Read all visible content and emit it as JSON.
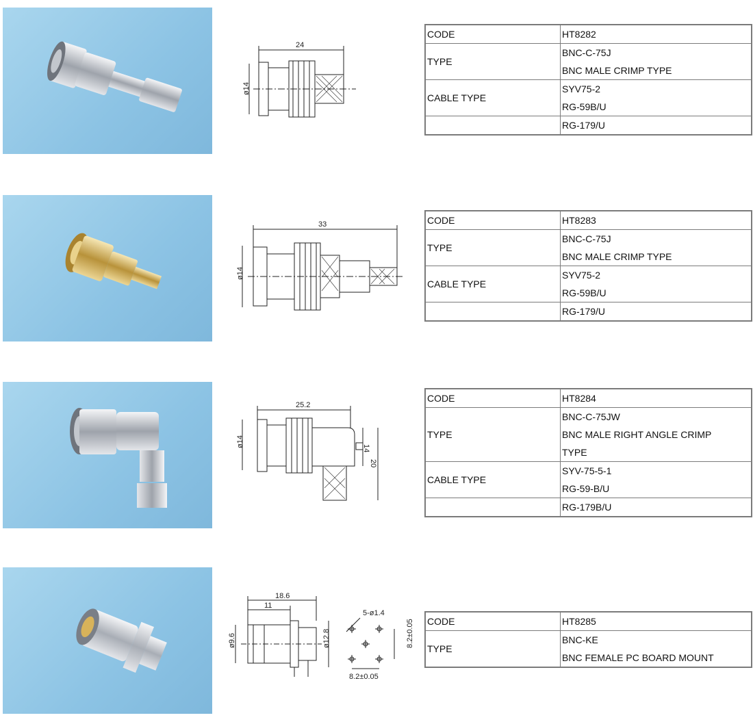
{
  "products": [
    {
      "photo_icon": "bnc-male-crimp-photo",
      "drawing_dims": [
        "24",
        "ø14"
      ],
      "rows": [
        {
          "key": "CODE",
          "values": [
            "HT8282"
          ]
        },
        {
          "key": "TYPE",
          "values": [
            "BNC-C-75J",
            "BNC MALE CRIMP TYPE"
          ]
        },
        {
          "key": "CABLE TYPE",
          "values": [
            "SYV75-2",
            "RG-59B/U"
          ]
        },
        {
          "key": "",
          "values": [
            "RG-179/U"
          ]
        }
      ]
    },
    {
      "photo_icon": "bnc-male-crimp-gold-photo",
      "drawing_dims": [
        "33",
        "ø14"
      ],
      "rows": [
        {
          "key": "CODE",
          "values": [
            "HT8283"
          ]
        },
        {
          "key": "TYPE",
          "values": [
            "BNC-C-75J",
            "BNC MALE CRIMP TYPE"
          ]
        },
        {
          "key": "CABLE TYPE",
          "values": [
            "SYV75-2",
            "RG-59B/U"
          ]
        },
        {
          "key": "",
          "values": [
            "RG-179/U"
          ]
        }
      ]
    },
    {
      "photo_icon": "bnc-right-angle-photo",
      "drawing_dims": [
        "25.2",
        "ø14",
        "14",
        "20"
      ],
      "rows": [
        {
          "key": "CODE",
          "values": [
            "HT8284"
          ]
        },
        {
          "key": "TYPE",
          "values": [
            "BNC-C-75JW",
            "BNC MALE RIGHT ANGLE CRIMP",
            "TYPE"
          ]
        },
        {
          "key": "CABLE TYPE",
          "values": [
            "SYV-75-5-1",
            "RG-59-B/U"
          ]
        },
        {
          "key": "",
          "values": [
            "RG-179B/U"
          ]
        }
      ]
    },
    {
      "photo_icon": "bnc-female-pcb-photo",
      "drawing_dims": [
        "18.6",
        "11",
        "ø9.6",
        "ø12.8",
        "5-ø1.4",
        "8.2±0.05",
        "8.2±0.05"
      ],
      "rows": [
        {
          "key": "CODE",
          "values": [
            "HT8285"
          ]
        },
        {
          "key": "TYPE",
          "values": [
            "BNC-KE",
            "BNC FEMALE PC BOARD MOUNT"
          ]
        }
      ]
    }
  ],
  "colors": {
    "photo_bg": "#8cc3e4",
    "table_border": "#7a7a7a",
    "metal": "#c9ccd2",
    "gold": "#d8b35a"
  }
}
